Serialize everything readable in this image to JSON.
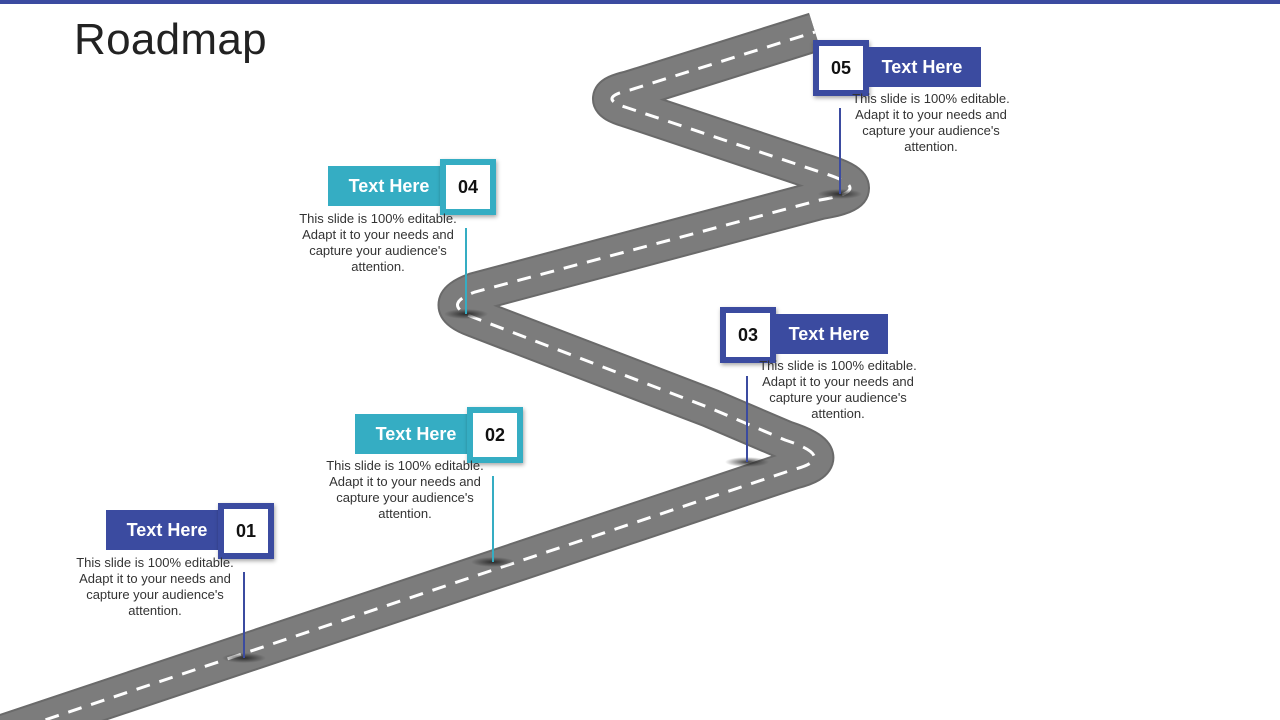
{
  "slide": {
    "title": "Roadmap"
  },
  "colors": {
    "top_bar": "#3b4ba0",
    "navy": "#3b4ba0",
    "teal": "#35adc3",
    "road": "#7c7c7c",
    "road_edge": "#6a6a6a",
    "dash": "#ffffff"
  },
  "milestones": [
    {
      "number": "01",
      "label": "Text Here",
      "text": "This slide is 100% editable. Adapt it to your needs and capture your audience's attention.",
      "color": "#3b4ba0"
    },
    {
      "number": "02",
      "label": "Text Here",
      "text": "This slide is 100% editable. Adapt it to your needs and capture your audience's attention.",
      "color": "#35adc3"
    },
    {
      "number": "03",
      "label": "Text Here",
      "text": "This slide is 100% editable. Adapt it to your needs and capture your audience's attention.",
      "color": "#3b4ba0"
    },
    {
      "number": "04",
      "label": "Text Here",
      "text": "This slide is 100% editable. Adapt it to your needs and capture your audience's attention.",
      "color": "#35adc3"
    },
    {
      "number": "05",
      "label": "Text Here",
      "text": "This slide is 100% editable. Adapt it to your needs and capture your audience's attention.",
      "color": "#3b4ba0"
    }
  ]
}
